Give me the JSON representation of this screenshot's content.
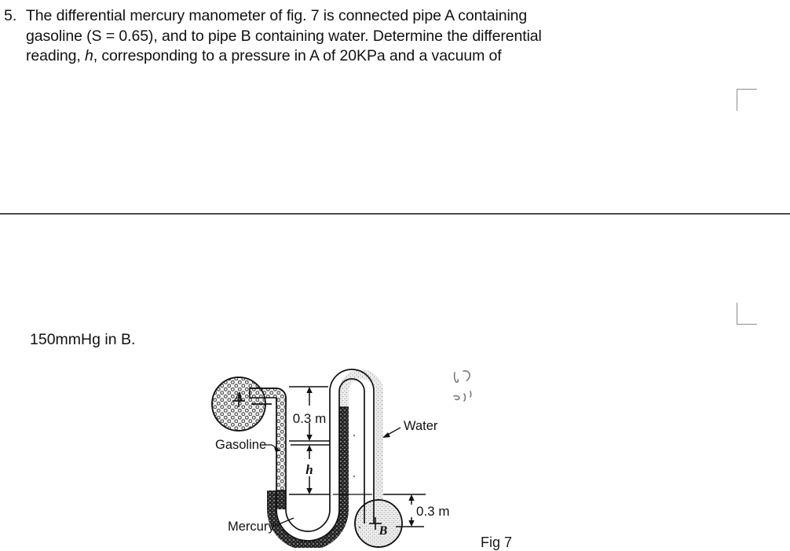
{
  "question": {
    "number": "5.",
    "body_line1": "The differential mercury manometer of fig. 7 is connected pipe A containing",
    "body_line2_a": "gasoline (S = 0.65), and to pipe B containing water. Determine the differential",
    "body_line3_a": "reading, ",
    "body_line3_italic": "h",
    "body_line3_b": ", corresponding to a pressure in A of 20KPa and a vacuum of",
    "full_text": "The differential mercury manometer of fig. 7 is connected pipe A containing gasoline (S = 0.65), and to pipe B containing water. Determine the differential reading, h, corresponding to a pressure in A of 20KPa and a vacuum of"
  },
  "continuation": {
    "text": "150mmHg in B."
  },
  "figure": {
    "caption": "Fig 7",
    "labels": {
      "pipe_a": "A",
      "pipe_b": "B",
      "gasoline": "Gasoline",
      "mercury": "Mercury",
      "water": "Water",
      "dim_top": "0.3 m",
      "dim_h": "h",
      "dim_bottom": "0.3 m"
    },
    "colors": {
      "outline": "#111111",
      "gasoline_fill": "#e9e9e9",
      "water_fill": "#e4e4e4",
      "mercury_fill": "#2f2f2f",
      "label_text": "#131313"
    }
  },
  "page": {
    "divider_color": "#4a4a4a",
    "crop_mark_color": "#8d8d8d",
    "background": "#ffffff"
  }
}
